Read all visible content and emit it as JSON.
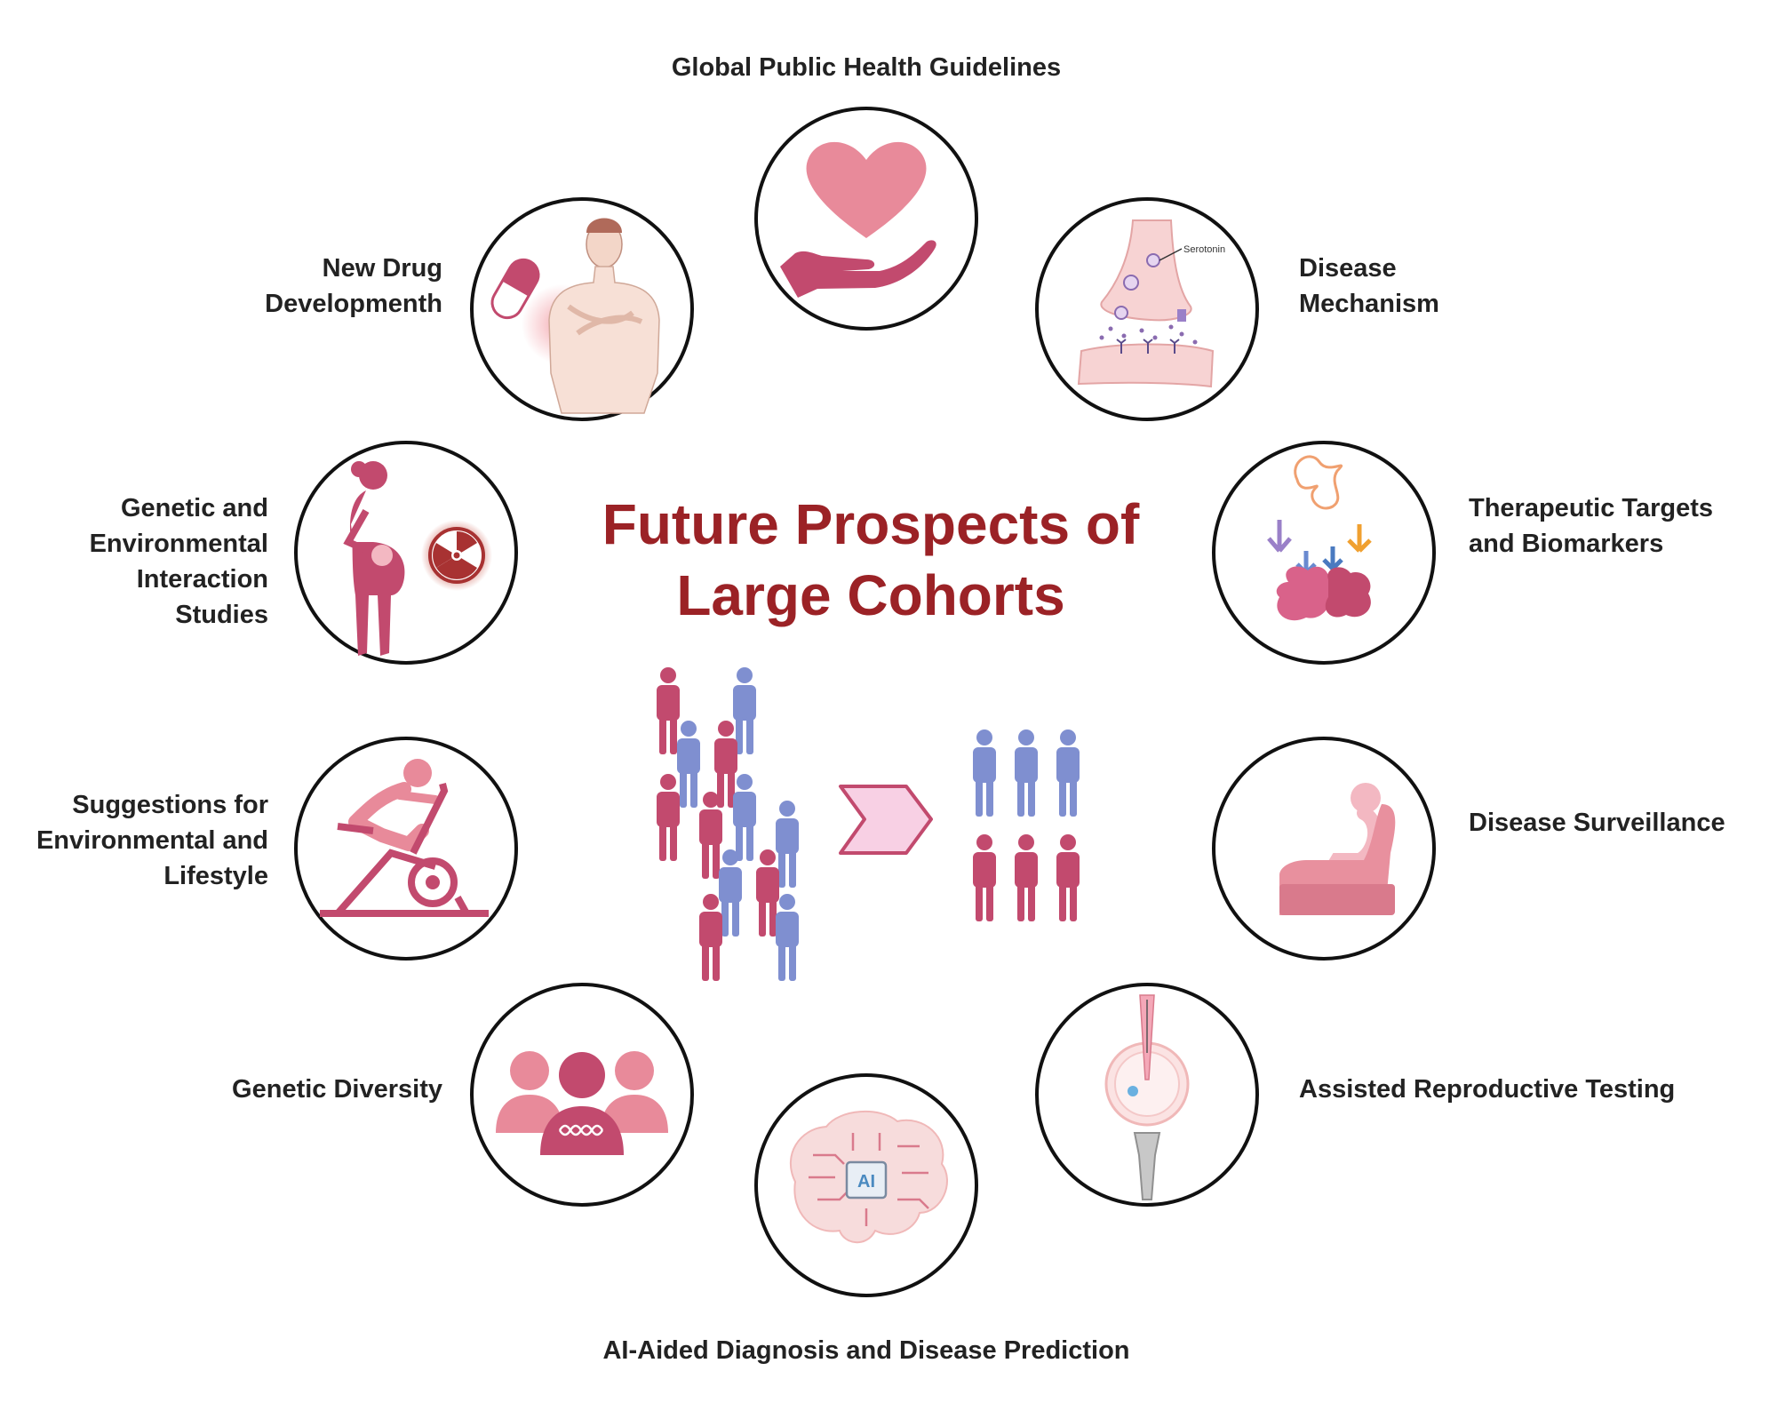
{
  "title": {
    "line1": "Future Prospects of",
    "line2": "Large Cohorts"
  },
  "items": {
    "global_guidelines": {
      "lines": [
        "Global Public Health Guidelines"
      ],
      "icon": "heart-hand-icon"
    },
    "disease_mechanism": {
      "lines": [
        "Disease",
        "Mechanism"
      ],
      "icon": "synapse-icon",
      "icon_text": "Serotonin"
    },
    "therapeutic_targets": {
      "lines": [
        "Therapeutic Targets",
        "and Biomarkers"
      ],
      "icon": "antibody-tumor-icon"
    },
    "disease_surveillance": {
      "lines": [
        "Disease Surveillance"
      ],
      "icon": "person-armchair-icon"
    },
    "assisted_reproductive": {
      "lines": [
        "Assisted Reproductive Testing"
      ],
      "icon": "ivf-injection-icon"
    },
    "ai_diagnosis": {
      "lines": [
        "AI-Aided Diagnosis and Disease Prediction"
      ],
      "icon": "ai-brain-icon",
      "icon_text": "AI"
    },
    "genetic_diversity": {
      "lines": [
        "Genetic Diversity"
      ],
      "icon": "people-dna-icon"
    },
    "lifestyle": {
      "lines": [
        "Suggestions for",
        "Environmental and",
        "Lifestyle"
      ],
      "icon": "exercise-bike-icon"
    },
    "gene_env": {
      "lines": [
        "Genetic and",
        "Environmental",
        "Interaction",
        "Studies"
      ],
      "icon": "pregnant-radiation-icon"
    },
    "new_drug": {
      "lines": [
        "New Drug",
        "Developmenth"
      ],
      "icon": "patient-pill-icon"
    }
  },
  "center": {
    "icon_left": "crowd-icon",
    "icon_arrow": "chevron-arrow-icon",
    "icon_right": "organized-group-icon"
  },
  "colors": {
    "title": "#9b2226",
    "dark_pink": "#c24a6e",
    "light_pink": "#e88a9a",
    "blue": "#7f8fd0",
    "circle_stroke": "#111111"
  }
}
